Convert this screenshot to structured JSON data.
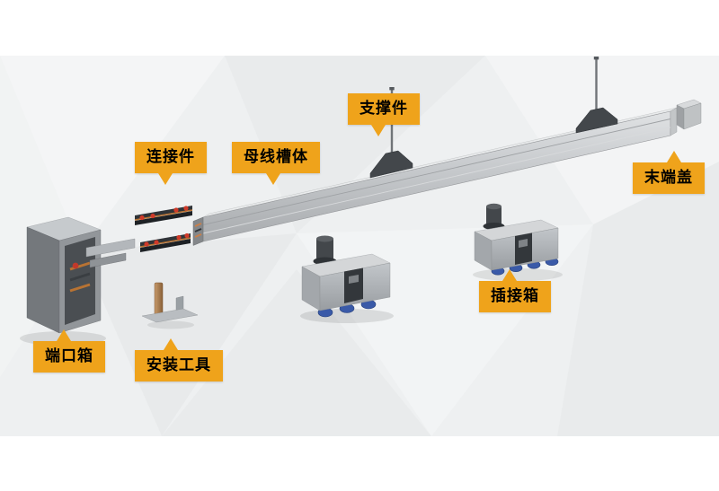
{
  "diagram": {
    "labels": {
      "support": "支撑件",
      "connector": "连接件",
      "busbar_body": "母线槽体",
      "end_cap": "末端盖",
      "port_box": "端口箱",
      "install_tool": "安装工具",
      "plug_box": "插接箱"
    },
    "colors": {
      "label_background": "#EFA31B",
      "label_text": "#000000",
      "busbar_metal": "#C6C9CC",
      "support_dark": "#43474B",
      "plug_box_feet_blue": "#3A5AA8",
      "connector_red": "#CF3A2A",
      "copper": "#B87333",
      "background_gray": "#EEF0F1"
    }
  }
}
